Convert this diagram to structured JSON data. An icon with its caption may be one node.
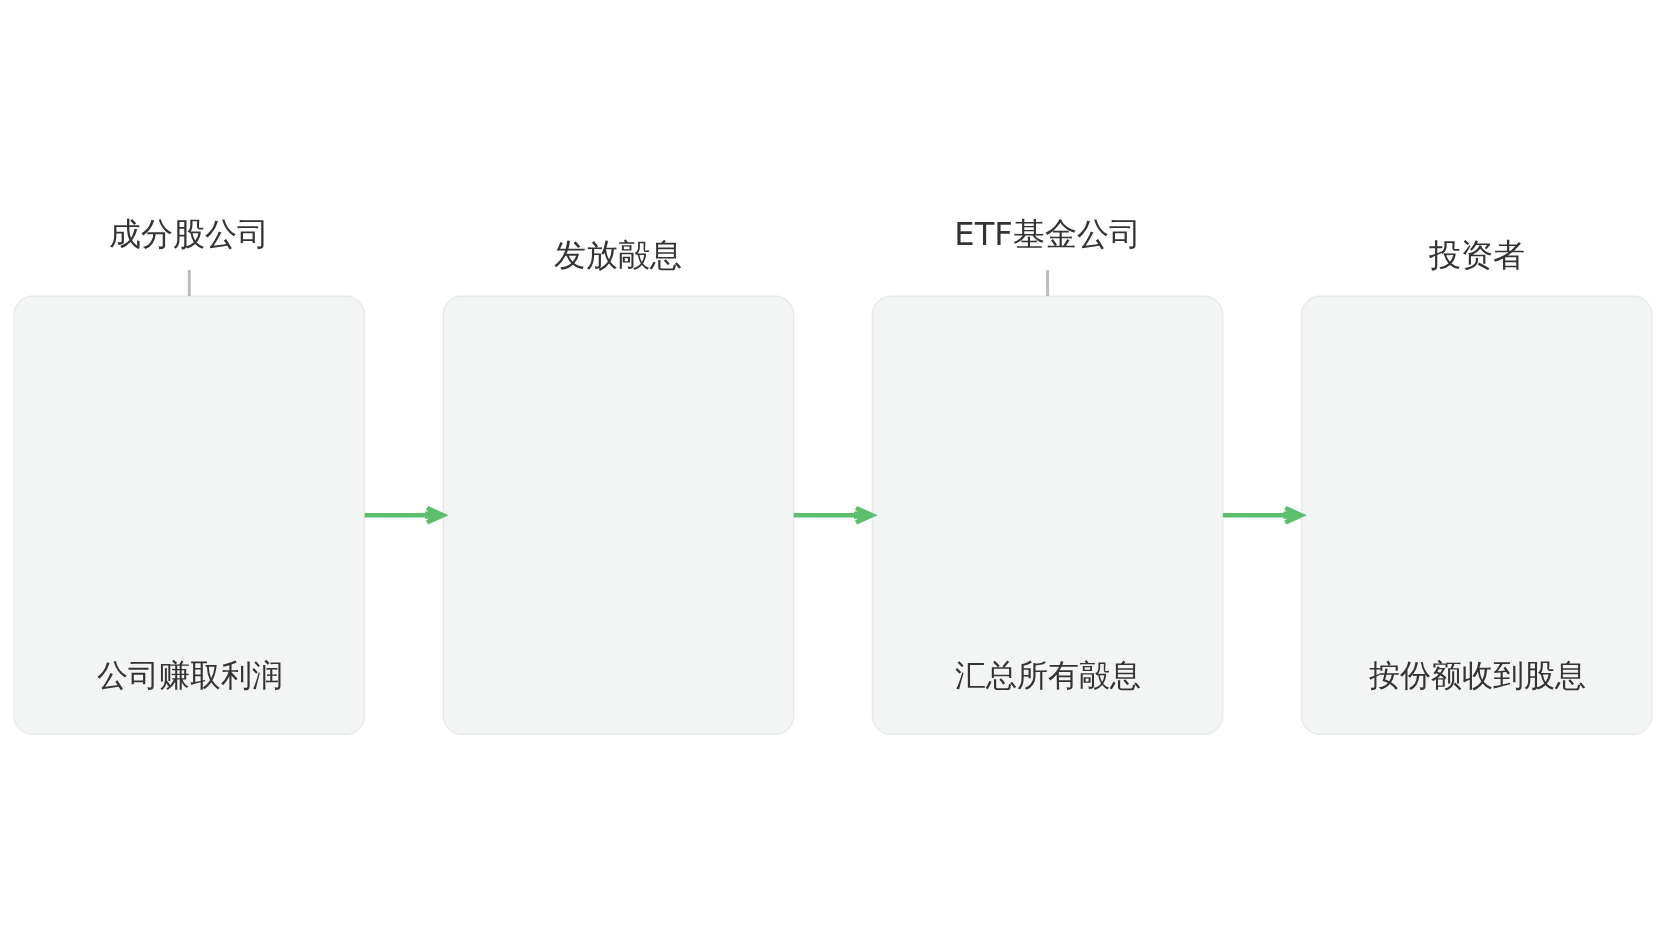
{
  "diagram": {
    "nodes": [
      {
        "text": [
          "成分股公司"
        ]
      },
      {
        "text": [
          "公司赚取利润"
        ]
      },
      {
        "text": [
          "发放毃息"
        ]
      },
      {
        "text": [
          "ETF基金公司"
        ]
      },
      {
        "text": [
          "汇总所有毃息"
        ]
      },
      {
        "text": [
          "投资者",
          "按份额收到股息"
        ]
      }
    ],
    "edges": [
      {
        "from": 0,
        "to": 1,
        "arrow": "none",
        "color": "#bbbbbb"
      },
      {
        "from": 1,
        "to": 2,
        "arrow": "to"
      },
      {
        "from": 2,
        "to": 4,
        "arrow": "to"
      },
      {
        "from": 3,
        "to": 4,
        "arrow": "none",
        "color": "#bbbbbb"
      },
      {
        "from": 4,
        "to": 5,
        "arrow": "to"
      }
    ]
  }
}
